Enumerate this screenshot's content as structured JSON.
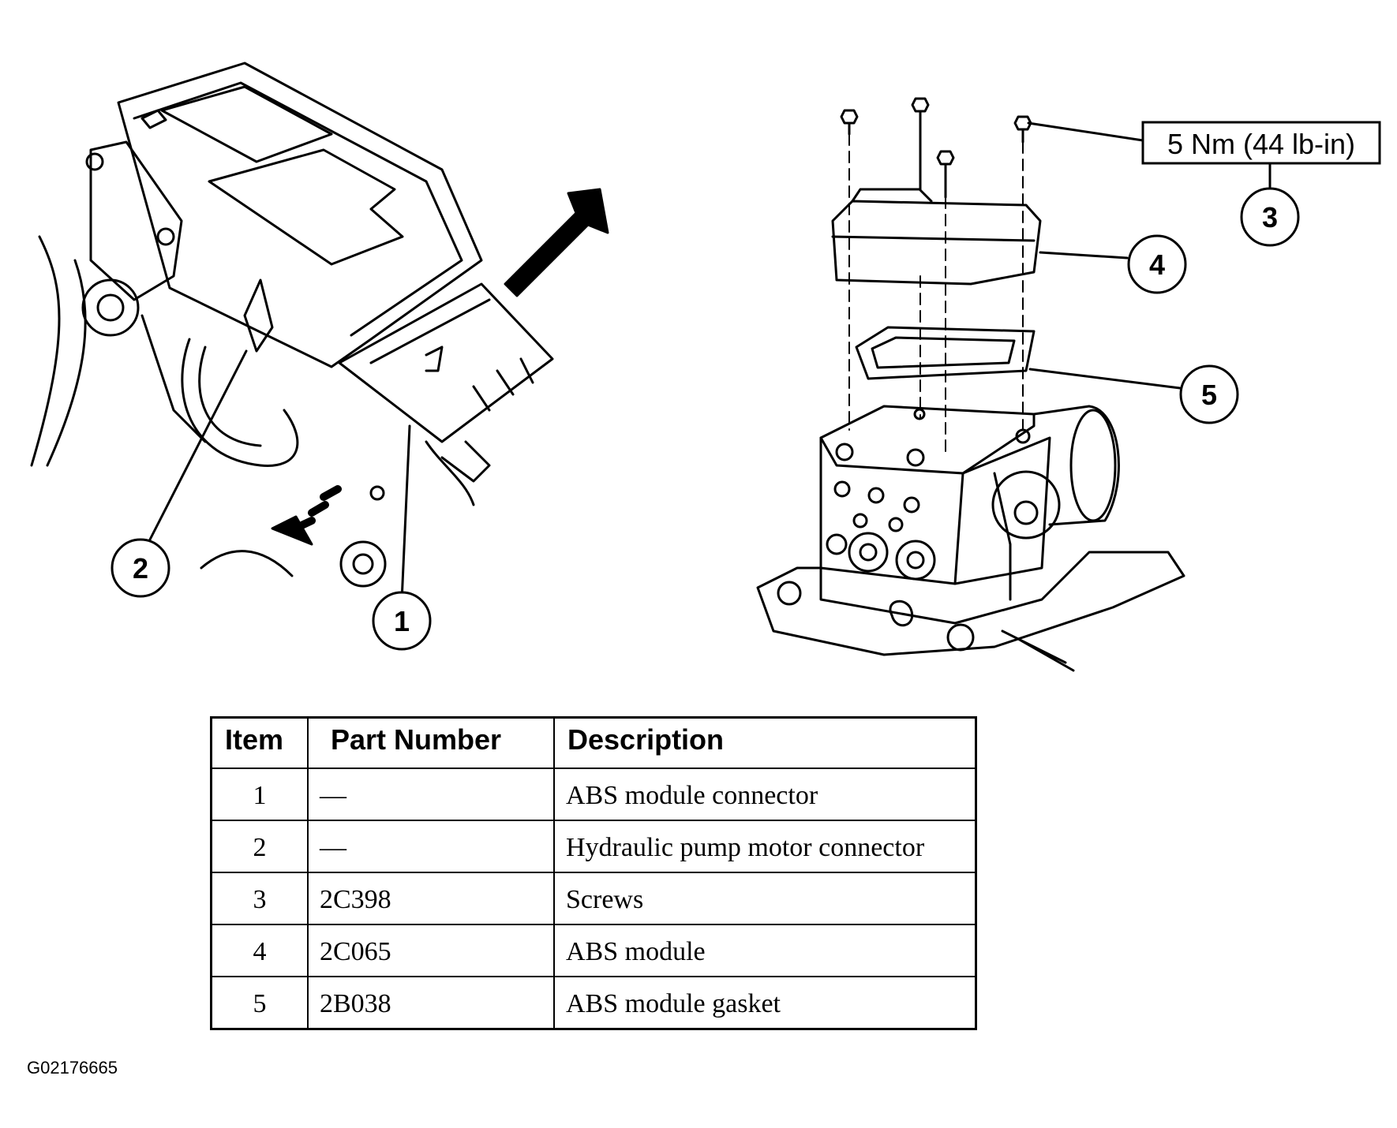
{
  "callouts": {
    "c1": "1",
    "c2": "2",
    "c3": "3",
    "c4": "4",
    "c5": "5"
  },
  "torque_spec": "5 Nm (44 lb-in)",
  "table": {
    "headers": [
      "Item",
      "Part Number",
      "Description"
    ],
    "rows": [
      {
        "item": "1",
        "part": "—",
        "desc": "ABS module connector"
      },
      {
        "item": "2",
        "part": "—",
        "desc": "Hydraulic pump motor connector"
      },
      {
        "item": "3",
        "part": "2C398",
        "desc": "Screws"
      },
      {
        "item": "4",
        "part": "2C065",
        "desc": "ABS module"
      },
      {
        "item": "5",
        "part": "2B038",
        "desc": "ABS module gasket"
      }
    ]
  },
  "figure_code": "G02176665"
}
